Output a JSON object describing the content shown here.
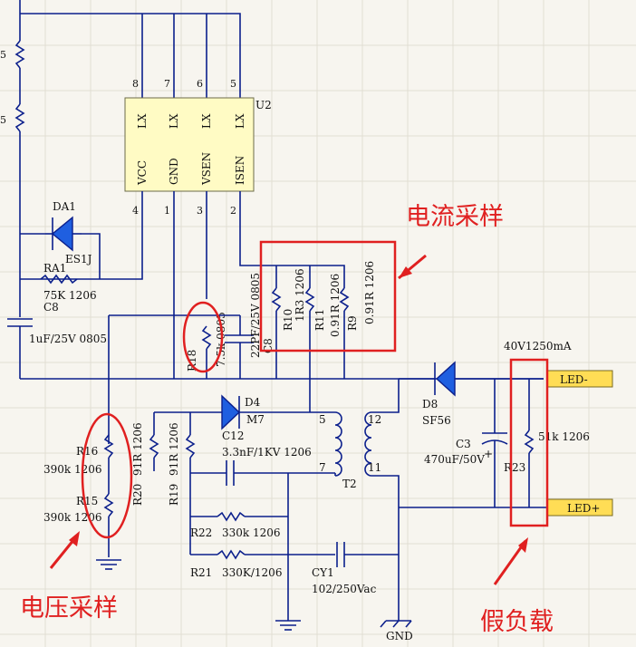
{
  "ic": {
    "ref": "U2",
    "pins_top": [
      {
        "num": "8",
        "name": "LX"
      },
      {
        "num": "7",
        "name": "LX"
      },
      {
        "num": "6",
        "name": "LX"
      },
      {
        "num": "5",
        "name": "LX"
      }
    ],
    "pins_bottom": [
      {
        "num": "4",
        "name": "VCC"
      },
      {
        "num": "1",
        "name": "GND"
      },
      {
        "num": "3",
        "name": "VSEN"
      },
      {
        "num": "2",
        "name": "ISEN"
      }
    ]
  },
  "labels": {
    "da1": "DA1",
    "es1j": "ES1J",
    "ra1": "RA1",
    "ra1_val": "75K 1206",
    "c8_left": "C8",
    "c8_left_val": "1uF/25V 0805",
    "r10": "R10",
    "r10_val": "1R3 1206",
    "r11": "R11",
    "r11_val": "0.91R 1206",
    "r9": "R9",
    "r9_val": "0.91R 1206",
    "r18": "R18",
    "r18_val": "7.5k 0805",
    "c8_mid": "C8",
    "c8_mid_val": "22PF/25V 0805",
    "d4": "D4",
    "d4_val": "M7",
    "c12": "C12",
    "c12_val": "3.3nF/1KV 1206",
    "r16": "R16",
    "r16_val": "390k 1206",
    "r15": "R15",
    "r15_val": "390k 1206",
    "r20": "R20",
    "r20_val": "91R 1206",
    "r19": "R19",
    "r19_val": "91R 1206",
    "r22": "R22",
    "r22_val": "330k 1206",
    "r21": "R21",
    "r21_val": "330K/1206",
    "cy1": "CY1",
    "cy1_val": "102/250Vac",
    "t2": "T2",
    "t2_p5": "5",
    "t2_p7": "7",
    "t2_p12": "12",
    "t2_p11": "11",
    "d8": "D8",
    "d8_val": "SF56",
    "c3": "C3",
    "c3_val": "470uF/50V",
    "c3_plus": "+",
    "r23": "R23",
    "r23_val": "51k 1206",
    "spec": "40V1250mA",
    "led_minus": "LED-",
    "led_plus": "LED+",
    "gnd": "GND",
    "edge5a": "5",
    "edge5b": "5"
  },
  "annotations": {
    "current_sampling": "电流采样",
    "voltage_sampling": "电压采样",
    "dummy_load": "假负载"
  },
  "colors": {
    "wire": "#0b1f8c",
    "ic_body": "#fffbc4",
    "annotation": "#e02020",
    "led_box": "#ffdd55",
    "diode_fill": "#1f5fe0"
  }
}
